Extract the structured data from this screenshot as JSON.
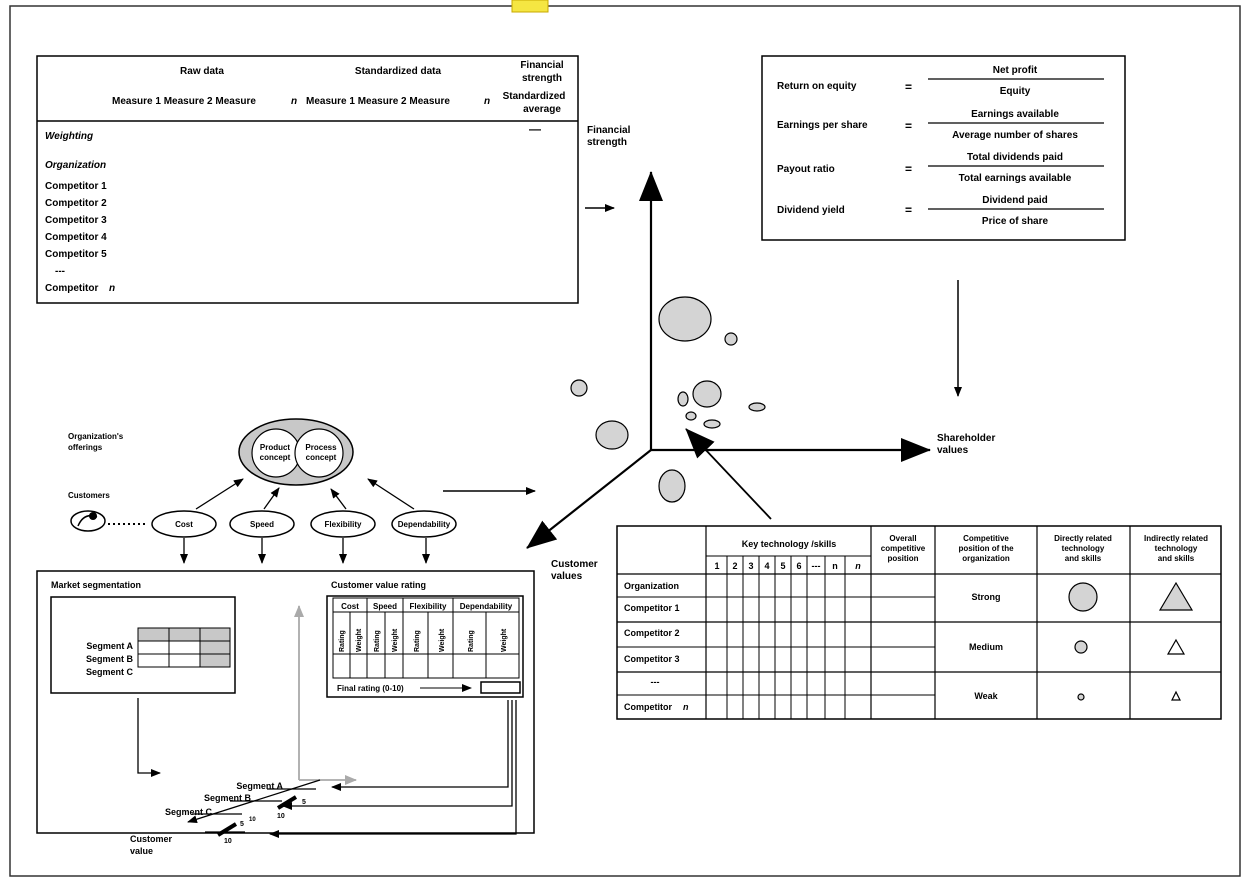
{
  "financial_table": {
    "col_raw": "Raw data",
    "col_std": "Standardized data",
    "col_fin_1": "Financial",
    "col_fin_2": "strength",
    "measures_raw": "Measure 1 Measure 2 Measure",
    "measures_std": "Measure 1 Measure 2 Measure",
    "n": "n",
    "std_avg_1": "Standardized",
    "std_avg_2": "average",
    "dash": "—",
    "weighting": "Weighting",
    "organization": "Organization",
    "competitors": [
      "Competitor 1",
      "Competitor 2",
      "Competitor 3",
      "Competitor 4",
      "Competitor 5"
    ],
    "ellipsis": "---",
    "competitor_n": "Competitor"
  },
  "ratios": [
    {
      "name": "Return on equity",
      "eq": "=",
      "num": "Net profit",
      "den": "Equity"
    },
    {
      "name": "Earnings per share",
      "eq": "=",
      "num": "Earnings available",
      "den": "Average number of shares"
    },
    {
      "name": "Payout ratio",
      "eq": "=",
      "num": "Total dividends paid",
      "den": "Total earnings available"
    },
    {
      "name": "Dividend yield",
      "eq": "=",
      "num": "Dividend paid",
      "den": "Price of share"
    }
  ],
  "axes": {
    "financial_1": "Financial",
    "financial_2": "strength",
    "shareholder_1": "Shareholder",
    "shareholder_2": "values",
    "customer_1": "Customer",
    "customer_2": "values"
  },
  "offerings": {
    "label_1": "Organization's",
    "label_2": "offerings",
    "product_1": "Product",
    "product_2": "concept",
    "process_1": "Process",
    "process_2": "concept",
    "customers": "Customers",
    "cost": "Cost",
    "speed": "Speed",
    "flexibility": "Flexibility",
    "dependability": "Dependability"
  },
  "segmentation": {
    "title": "Market segmentation",
    "segments": [
      "Segment A",
      "Segment B",
      "Segment C"
    ],
    "cv_title": "Customer value rating",
    "cv_headers": [
      "Cost",
      "Speed",
      "Flexibility",
      "Dependability"
    ],
    "rating": "Rating",
    "weight": "Weight",
    "final": "Final rating (0-10)",
    "seg_a": "Segment A",
    "seg_b": "Segment B",
    "seg_c": "Segment C",
    "five": "5",
    "ten": "10",
    "customer_1": "Customer",
    "customer_2": "value"
  },
  "tech_table": {
    "header_key": "Key technology /skills",
    "numbers": [
      "1",
      "2",
      "3",
      "4",
      "5",
      "6",
      "---",
      "n"
    ],
    "overall_1": "Overall",
    "overall_2": "competitive",
    "overall_3": "position",
    "comp_1": "Competitive",
    "comp_2": "position of the",
    "comp_3": "organization",
    "direct_1": "Directly related",
    "direct_2": "technology",
    "direct_3": "and skills",
    "indirect_1": "Indirectly related",
    "indirect_2": "technology",
    "indirect_3": "and skills",
    "rows": [
      "Organization",
      "Competitor 1",
      "Competitor 2",
      "Competitor 3",
      "---",
      "Competitor"
    ],
    "n": "n",
    "strong": "Strong",
    "medium": "Medium",
    "weak": "Weak"
  },
  "colors": {
    "bubble": "#d4d4d4",
    "shade": "#c8c8c8",
    "line": "#000000",
    "marker": "#f5e642"
  }
}
